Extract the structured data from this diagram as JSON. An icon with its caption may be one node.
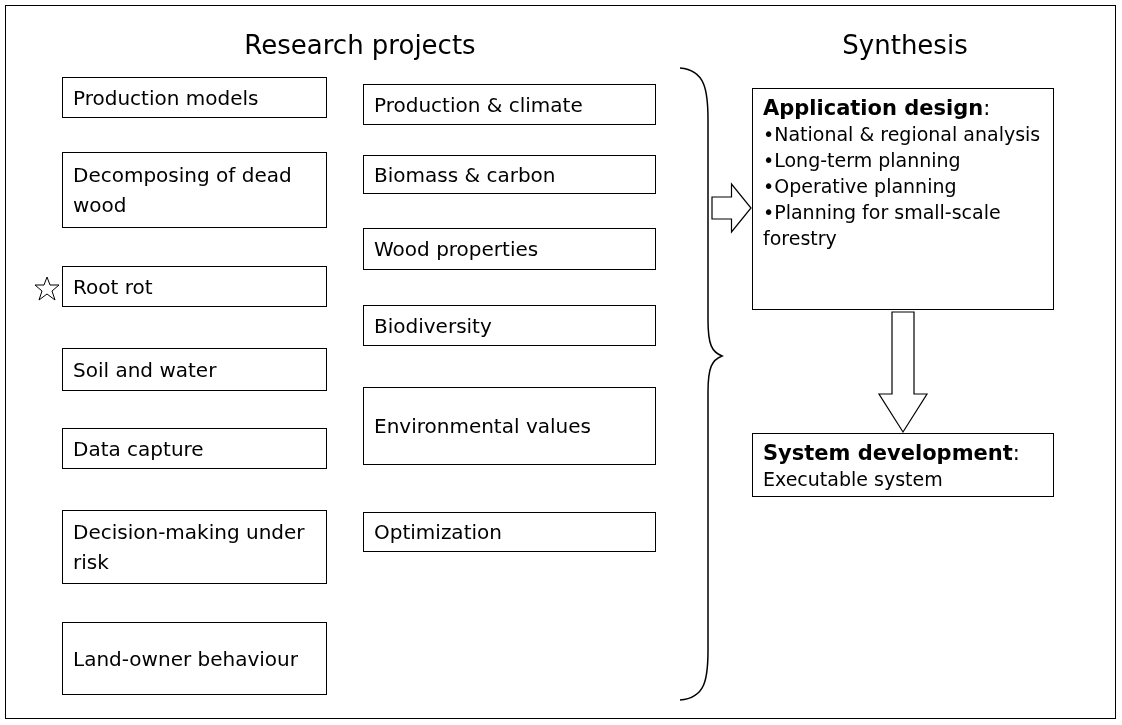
{
  "diagram": {
    "nodes": [
      {
        "text": [
          "Production models"
        ]
      },
      {
        "text": [
          "Decomposing of dead wood"
        ]
      },
      {
        "text": [
          "Root rot"
        ]
      },
      {
        "text": [
          "Soil and water"
        ]
      },
      {
        "text": [
          "Data capture"
        ]
      },
      {
        "text": [
          "Decision-making under risk"
        ]
      },
      {
        "text": [
          "Land-owner behaviour"
        ]
      },
      {
        "text": [
          "Production & climate"
        ]
      },
      {
        "text": [
          "Biomass & carbon"
        ]
      },
      {
        "text": [
          "Wood properties"
        ]
      },
      {
        "text": [
          "Biodiversity"
        ]
      },
      {
        "text": [
          "Environmental values"
        ]
      },
      {
        "text": [
          "Optimization"
        ]
      },
      {
        "text": [
          "**Application design**:",
          "•National & regional analysis",
          "•Long-term planning",
          "•Operative planning",
          "•Planning for small-scale forestry"
        ]
      },
      {
        "text": [
          "**System development**:",
          "Executable system"
        ]
      }
    ],
    "edges": [
      {
        "from": null,
        "to": 13,
        "arrow": "to"
      },
      {
        "from": 13,
        "to": 14,
        "arrow": "to"
      }
    ],
    "labels": [
      "Research projects",
      "Synthesis"
    ]
  }
}
